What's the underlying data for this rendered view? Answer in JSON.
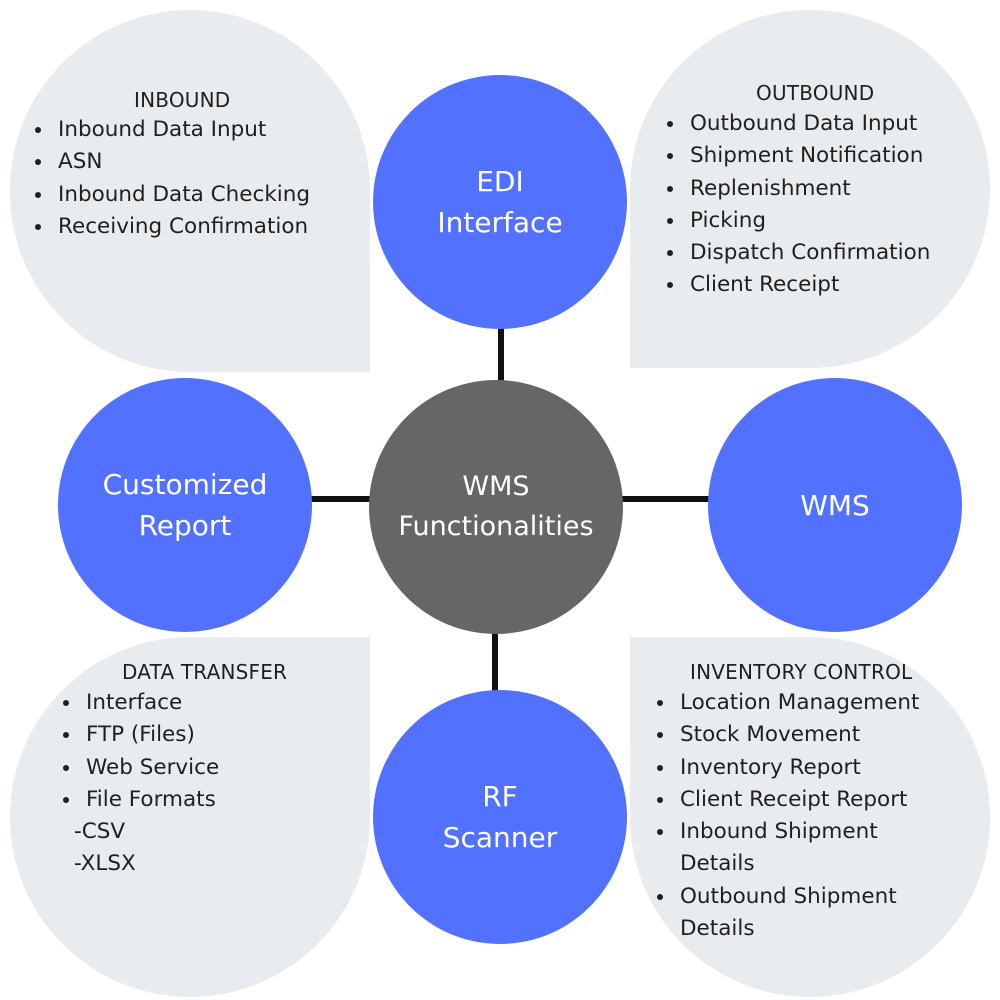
{
  "center": {
    "label": "WMS\nFunctionalities"
  },
  "nodes": {
    "top": "EDI\nInterface",
    "left": "Customized\nReport",
    "right": "WMS",
    "bottom": "RF\nScanner"
  },
  "panels": {
    "inbound": {
      "title": "INBOUND",
      "items": [
        "Inbound Data Input",
        "ASN",
        "Inbound Data Checking",
        "Receiving Confirmation"
      ]
    },
    "outbound": {
      "title": "OUTBOUND",
      "items": [
        "Outbound Data Input",
        "Shipment Notification",
        "Replenishment",
        "Picking",
        "Dispatch Confirmation",
        "Client Receipt"
      ]
    },
    "data_transfer": {
      "title": "DATA TRANSFER",
      "items": [
        "Interface",
        "FTP (Files)",
        "Web Service",
        "File Formats"
      ],
      "sub_items": [
        "-CSV",
        "-XLSX"
      ]
    },
    "inventory_control": {
      "title": "INVENTORY CONTROL",
      "items": [
        "Location Management",
        "Stock Movement",
        "Inventory Report",
        "Client Receipt Report",
        "Inbound Shipment",
        "Outbound Shipment"
      ],
      "continuations": [
        "Details",
        "Details"
      ]
    }
  },
  "colors": {
    "node_blue": "#5271ff",
    "center_grey": "#666666",
    "panel_grey": "#e9ecef",
    "connector": "#111111"
  }
}
